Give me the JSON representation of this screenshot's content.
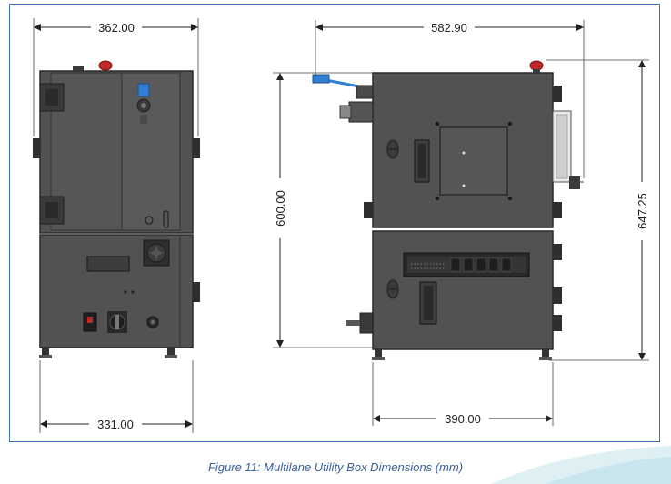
{
  "dimensions": {
    "front_width_top": "362.00",
    "front_width_bottom": "331.00",
    "side_height_left": "600.00",
    "side_width_top": "582.90",
    "side_height_right": "647.25",
    "side_width_bottom": "390.00"
  },
  "caption": "Figure 11: Multilane Utility Box Dimensions (mm)",
  "colors": {
    "frame_border": "#3d6fb5",
    "cabinet_body": "#505050",
    "cabinet_edge": "#2a2a2a",
    "valve_handle": "#2f7fd6",
    "estop_red": "#c0282a",
    "caption_text": "#3a5f9a"
  }
}
